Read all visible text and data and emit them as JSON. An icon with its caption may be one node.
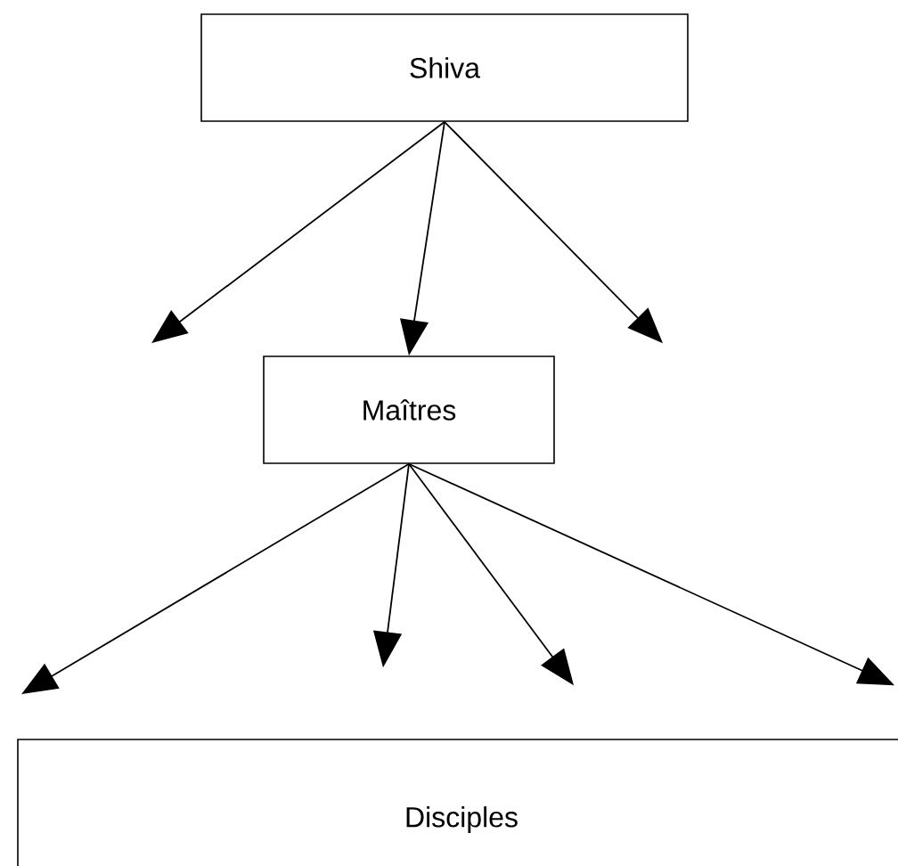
{
  "diagram": {
    "nodes": [
      {
        "text": [
          "Shiva"
        ]
      },
      {
        "text": [
          "Maîtres"
        ]
      },
      {
        "text": [
          "Disciples"
        ]
      }
    ],
    "edges": [
      {
        "from": 0,
        "to": 1,
        "arrow": "to"
      },
      {
        "from": 0,
        "to": 1,
        "arrow": "to"
      },
      {
        "from": 0,
        "to": 1,
        "arrow": "to"
      },
      {
        "from": 1,
        "to": 2,
        "arrow": "to"
      },
      {
        "from": 1,
        "to": 2,
        "arrow": "to"
      },
      {
        "from": 1,
        "to": 2,
        "arrow": "to"
      },
      {
        "from": 1,
        "to": 2,
        "arrow": "to"
      }
    ]
  }
}
